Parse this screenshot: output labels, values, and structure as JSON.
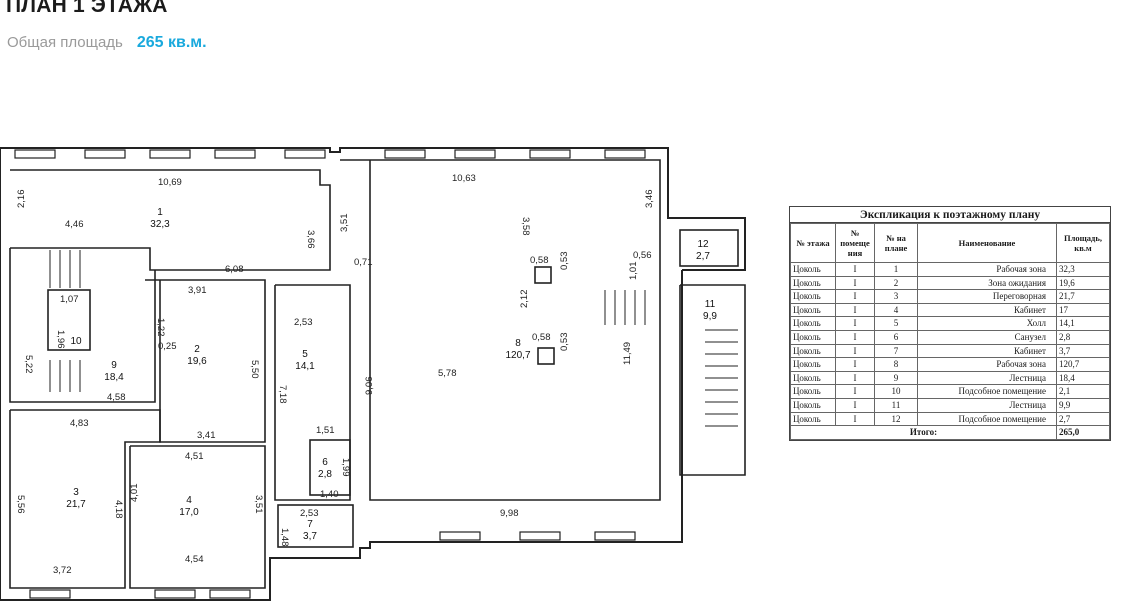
{
  "header": {
    "title": "ПЛАН 1 ЭТАЖА",
    "subtitle_label": "Общая площадь",
    "subtitle_value": "265 кв.м."
  },
  "colors": {
    "accent": "#19a9dd",
    "line": "#222222"
  },
  "plan": {
    "rooms": [
      {
        "num": "1",
        "area": "32,3"
      },
      {
        "num": "2",
        "area": "19,6"
      },
      {
        "num": "3",
        "area": "21,7"
      },
      {
        "num": "4",
        "area": "17,0"
      },
      {
        "num": "5",
        "area": "14,1"
      },
      {
        "num": "6",
        "area": "2,8"
      },
      {
        "num": "7",
        "area": "3,7"
      },
      {
        "num": "8",
        "area": "120,7"
      },
      {
        "num": "9",
        "area": "18,4"
      },
      {
        "num": "10",
        "area": ""
      },
      {
        "num": "11",
        "area": "9,9"
      },
      {
        "num": "12",
        "area": "2,7"
      }
    ],
    "dims": [
      "10,69",
      "2,16",
      "4,46",
      "3,66",
      "6,08",
      "3,91",
      "1,07",
      "1,96",
      "5,22",
      "1,22",
      "0,25",
      "4,58",
      "4,83",
      "5,56",
      "3,72",
      "4,18",
      "4,01",
      "4,54",
      "3,41",
      "5,50",
      "4,51",
      "3,51",
      "2,53",
      "7,18",
      "1,51",
      "1,99",
      "1,40",
      "2,53",
      "1,48",
      "10,63",
      "3,51",
      "0,71",
      "3,58",
      "0,58",
      "0,53",
      "2,12",
      "0,58",
      "0,53",
      "5,78",
      "9,06",
      "9,98",
      "3,46",
      "0,56",
      "1,01",
      "11,49"
    ]
  },
  "legend": {
    "title": "Экспликация к поэтажному плану",
    "headers": [
      "№ этажа",
      "№ помеще ния",
      "№ на плане",
      "Наименование",
      "Площадь, кв.м"
    ],
    "rows": [
      [
        "Цоколь",
        "I",
        "1",
        "Рабочая зона",
        "32,3"
      ],
      [
        "Цоколь",
        "I",
        "2",
        "Зона ожидания",
        "19,6"
      ],
      [
        "Цоколь",
        "I",
        "3",
        "Переговорная",
        "21,7"
      ],
      [
        "Цоколь",
        "I",
        "4",
        "Кабинет",
        "17"
      ],
      [
        "Цоколь",
        "I",
        "5",
        "Холл",
        "14,1"
      ],
      [
        "Цоколь",
        "I",
        "6",
        "Санузел",
        "2,8"
      ],
      [
        "Цоколь",
        "I",
        "7",
        "Кабинет",
        "3,7"
      ],
      [
        "Цоколь",
        "I",
        "8",
        "Рабочая зона",
        "120,7"
      ],
      [
        "Цоколь",
        "I",
        "9",
        "Лестница",
        "18,4"
      ],
      [
        "Цоколь",
        "I",
        "10",
        "Подсобное помещение",
        "2,1"
      ],
      [
        "Цоколь",
        "I",
        "11",
        "Лестница",
        "9,9"
      ],
      [
        "Цоколь",
        "I",
        "12",
        "Подсобное помещение",
        "2,7"
      ]
    ],
    "total_label": "Итого:",
    "total_value": "265,0"
  }
}
